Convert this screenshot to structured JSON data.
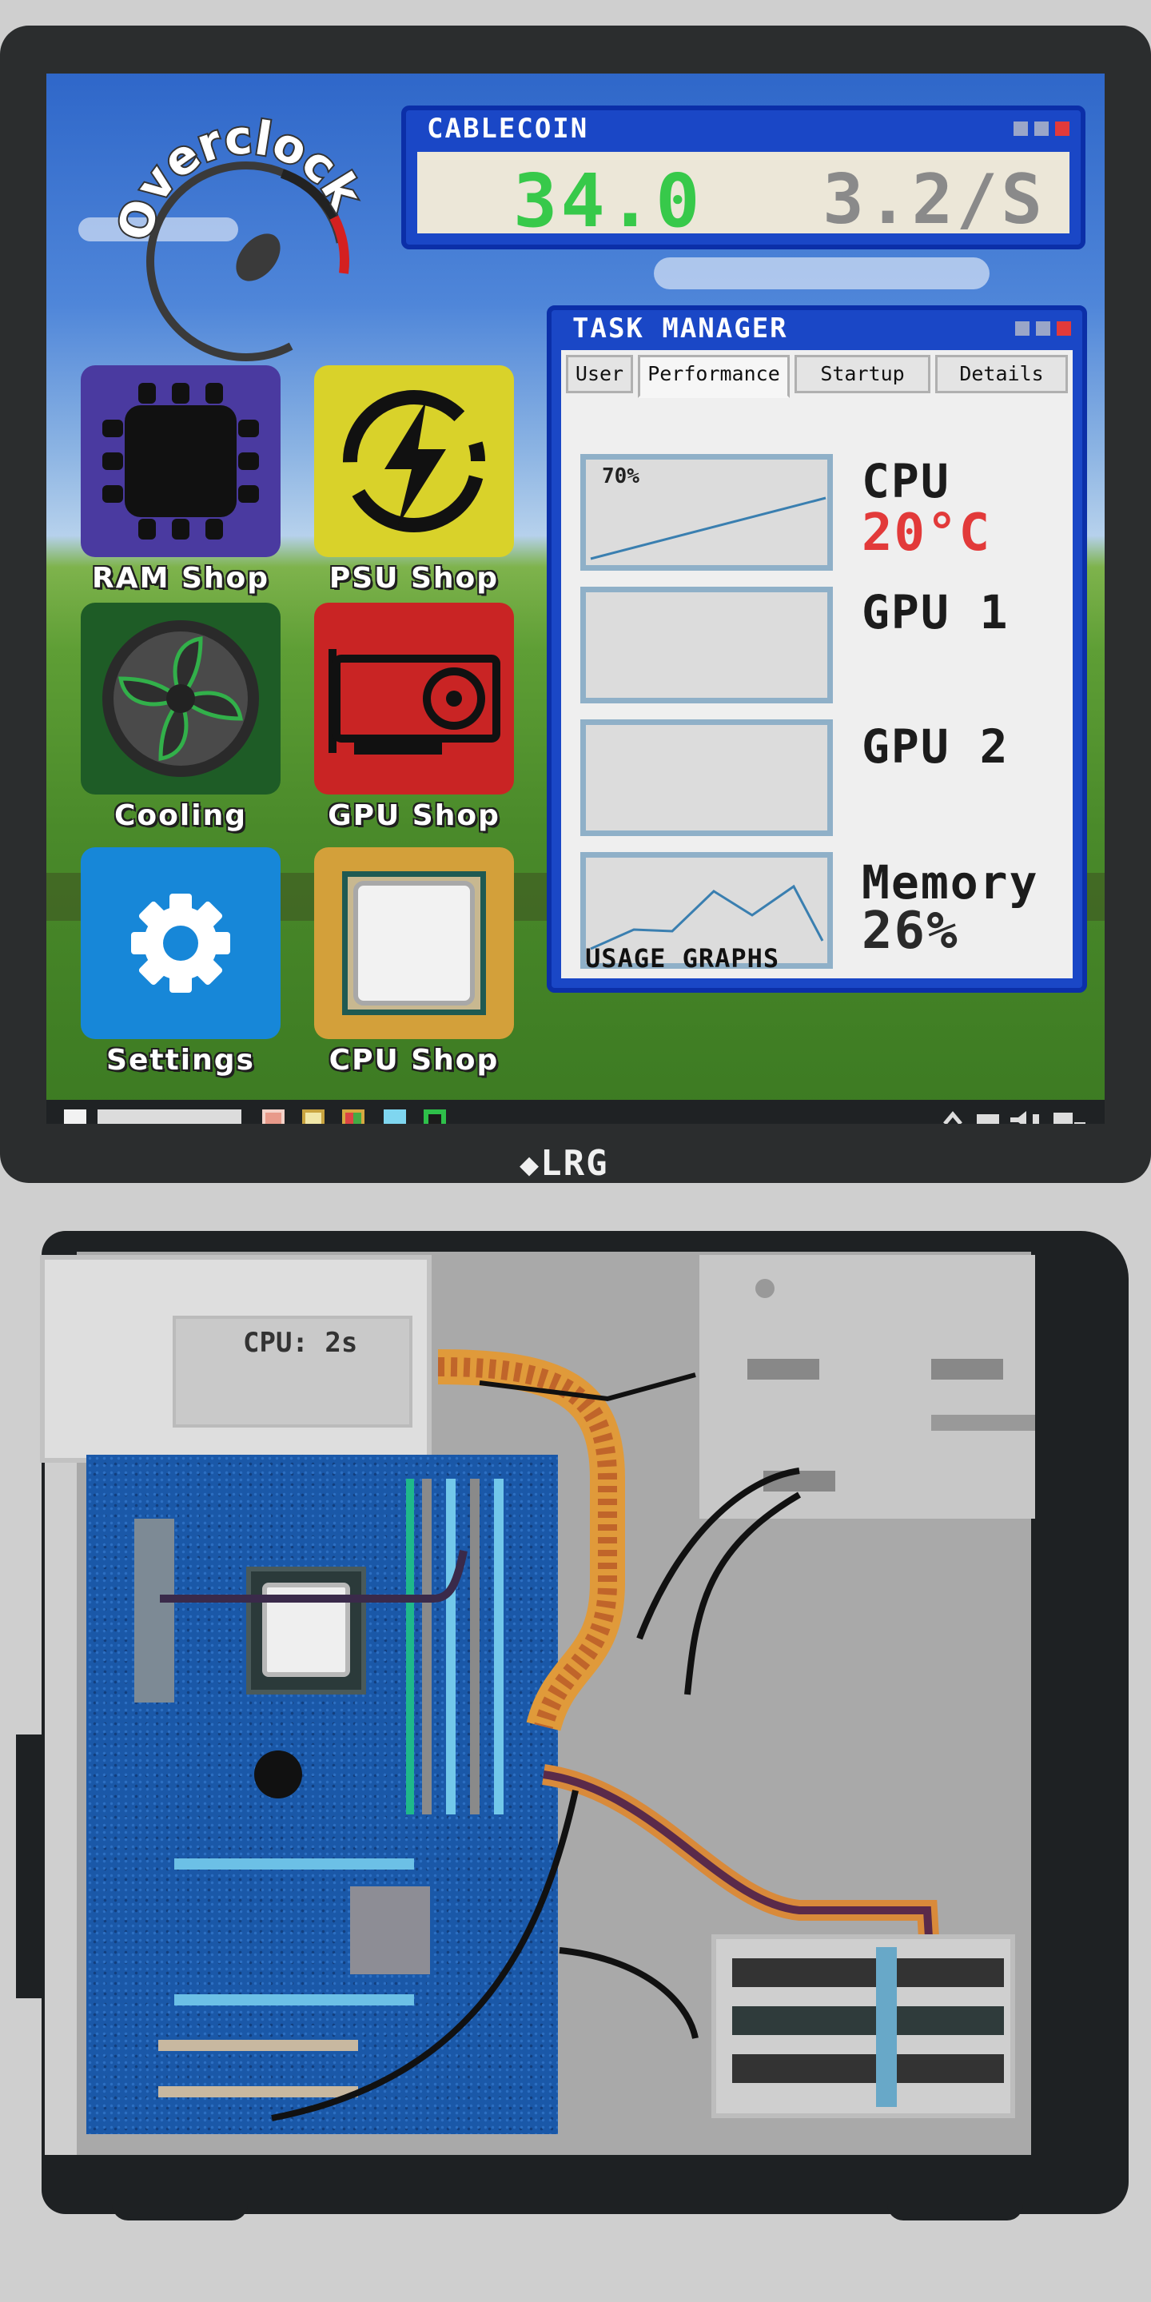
{
  "screen": {
    "logo": {
      "text": "Overclock"
    },
    "apps": [
      {
        "label": "RAM Shop",
        "icon": "chip-icon",
        "color": "#4a3aa0"
      },
      {
        "label": "PSU Shop",
        "icon": "lightning-icon",
        "color": "#d9d22a"
      },
      {
        "label": "Cooling",
        "icon": "fan-icon",
        "color": "#1e5c26"
      },
      {
        "label": "GPU Shop",
        "icon": "graphics-card-icon",
        "color": "#c92424"
      },
      {
        "label": "Settings",
        "icon": "gear-icon",
        "color": "#1787d8"
      },
      {
        "label": "CPU Shop",
        "icon": "processor-icon",
        "color": "#d3a03a"
      }
    ],
    "cablecoin": {
      "title": "CABLECOIN",
      "value": "34.0",
      "rate": "3.2/S",
      "value_color": "#37c94a"
    },
    "task_manager": {
      "title": "TASK MANAGER",
      "tabs": [
        "User",
        "Performance",
        "Startup",
        "Details"
      ],
      "active_tab": "Performance",
      "graphs": [
        {
          "label": "CPU",
          "value": "20°C",
          "graph_label": "70%",
          "value_color": "#e23a3a"
        },
        {
          "label": "GPU 1",
          "value": ""
        },
        {
          "label": "GPU 2",
          "value": ""
        },
        {
          "label": "Memory",
          "value": "26%"
        }
      ],
      "footer": "USAGE GRAPHS"
    },
    "taskbar": {
      "icons": [
        "start-icon",
        "search-bar",
        "app-icon-red",
        "app-icon-yellow",
        "app-icon-multi",
        "app-icon-cyan",
        "app-icon-green"
      ],
      "tray_icons": [
        "chevron-up-icon",
        "network-icon",
        "volume-icon",
        "notification-icon"
      ]
    }
  },
  "monitor_brand": "LRG",
  "case": {
    "cpu_timer": "CPU: 2s"
  }
}
